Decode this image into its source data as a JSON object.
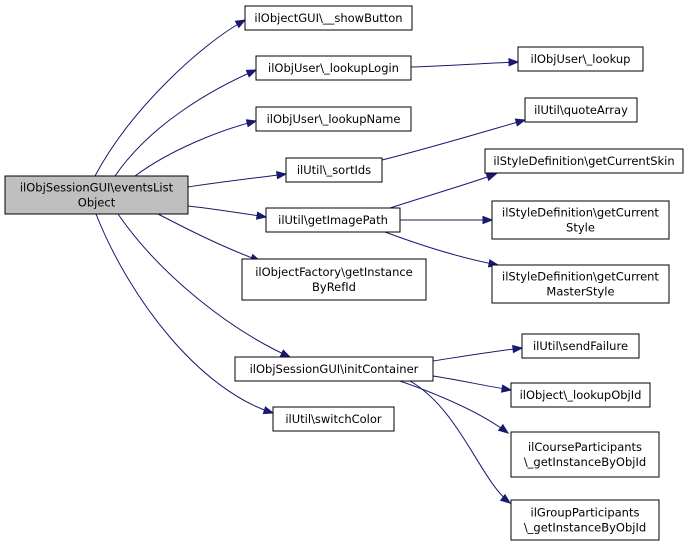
{
  "nodes": {
    "root": [
      "ilObjSessionGUI\\eventsList",
      "Object"
    ],
    "show_button": [
      "ilObjectGUI\\__showButton"
    ],
    "lookup_login": [
      "ilObjUser\\_lookupLogin"
    ],
    "lookup": [
      "ilObjUser\\_lookup"
    ],
    "lookup_name": [
      "ilObjUser\\_lookupName"
    ],
    "quote_array": [
      "ilUtil\\quoteArray"
    ],
    "sort_ids": [
      "ilUtil\\_sortIds"
    ],
    "get_current_skin": [
      "ilStyleDefinition\\getCurrentSkin"
    ],
    "get_image_path": [
      "ilUtil\\getImagePath"
    ],
    "get_current_style": [
      "ilStyleDefinition\\getCurrent",
      "Style"
    ],
    "get_current_master_style": [
      "ilStyleDefinition\\getCurrent",
      "MasterStyle"
    ],
    "get_instance_by_ref_id": [
      "ilObjectFactory\\getInstance",
      "ByRefId"
    ],
    "send_failure": [
      "ilUtil\\sendFailure"
    ],
    "init_container": [
      "ilObjSessionGUI\\initContainer"
    ],
    "lookup_obj_id": [
      "ilObject\\_lookupObjId"
    ],
    "switch_color": [
      "ilUtil\\switchColor"
    ],
    "course_participants": [
      "ilCourseParticipants",
      "\\_getInstanceByObjId"
    ],
    "group_participants": [
      "ilGroupParticipants",
      "\\_getInstanceByObjId"
    ]
  },
  "edges": [
    [
      "root",
      "show_button"
    ],
    [
      "root",
      "lookup_login"
    ],
    [
      "root",
      "lookup_name"
    ],
    [
      "root",
      "sort_ids"
    ],
    [
      "root",
      "get_image_path"
    ],
    [
      "root",
      "get_instance_by_ref_id"
    ],
    [
      "root",
      "init_container"
    ],
    [
      "root",
      "switch_color"
    ],
    [
      "lookup_login",
      "lookup"
    ],
    [
      "sort_ids",
      "quote_array"
    ],
    [
      "get_image_path",
      "get_current_skin"
    ],
    [
      "get_image_path",
      "get_current_style"
    ],
    [
      "get_image_path",
      "get_current_master_style"
    ],
    [
      "init_container",
      "send_failure"
    ],
    [
      "init_container",
      "lookup_obj_id"
    ],
    [
      "init_container",
      "course_participants"
    ],
    [
      "init_container",
      "group_participants"
    ]
  ],
  "colors": {
    "edge": "#191970",
    "root_fill": "#bfbfbf",
    "node_fill": "#ffffff",
    "node_border": "#000000"
  }
}
